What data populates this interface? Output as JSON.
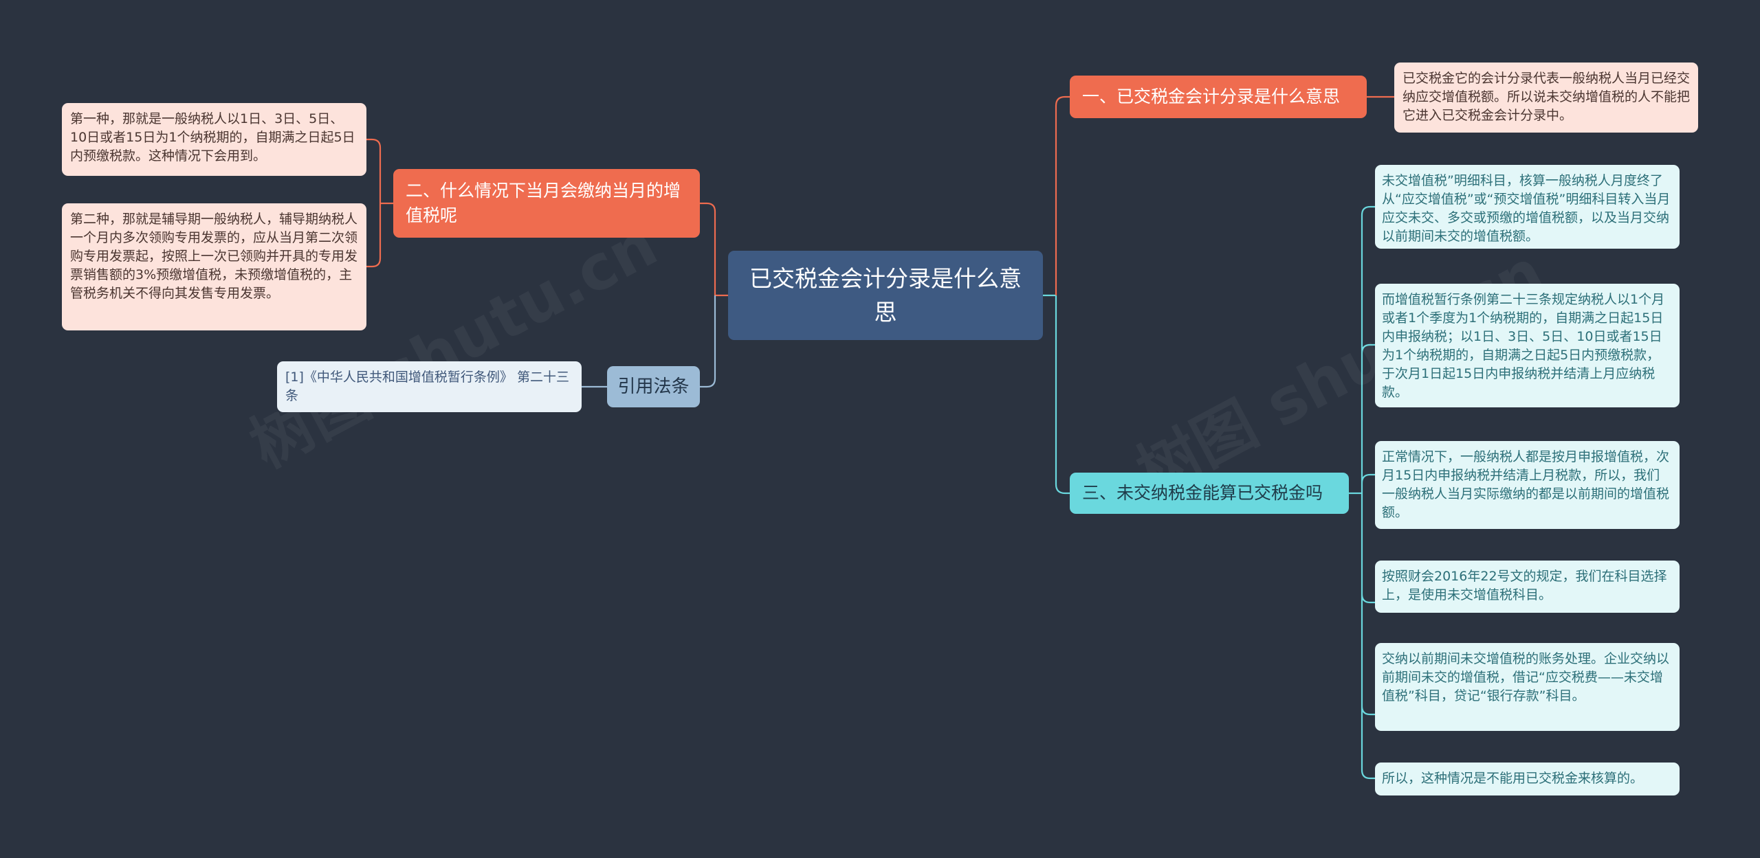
{
  "colors": {
    "background": "#2b3340",
    "root": "#3e5a82",
    "branch_red": "#ef6c4f",
    "branch_cyan": "#6ad8de",
    "branch_blue": "#9cbbd6",
    "edge_red": "#ef6c4f",
    "edge_cyan": "#6ad8de",
    "edge_blue": "#9cbbd6"
  },
  "mindmap": {
    "root": "已交税金会计分录是什么意思",
    "branch1": {
      "label": "一、已交税金会计分录是什么意思",
      "leaf": "已交税金它的会计分录代表一般纳税人当月已经交纳应交增值税额。所以说未交纳增值税的人不能把它进入已交税金会计分录中。"
    },
    "branch2": {
      "label": "二、什么情况下当月会缴纳当月的增值税呢",
      "leaves": [
        "第一种，那就是一般纳税人以1日、3日、5日、10日或者15日为1个纳税期的，自期满之日起5日内预缴税款。这种情况下会用到。",
        "第二种，那就是辅导期一般纳税人，辅导期纳税人一个月内多次领购专用发票的，应从当月第二次领购专用发票起，按照上一次已领购并开具的专用发票销售额的3%预缴增值税，未预缴增值税的，主管税务机关不得向其发售专用发票。"
      ]
    },
    "branch3": {
      "label": "三、未交纳税金能算已交税金吗",
      "leaves": [
        "未交增值税”明细科目，核算一般纳税人月度终了从“应交增值税”或“预交增值税”明细科目转入当月应交未交、多交或预缴的增值税额，以及当月交纳以前期间未交的增值税额。",
        "而增值税暂行条例第二十三条规定纳税人以1个月或者1个季度为1个纳税期的，自期满之日起15日内申报纳税；以1日、3日、5日、10日或者15日为1个纳税期的，自期满之日起5日内预缴税款，于次月1日起15日内申报纳税并结清上月应纳税款。",
        "正常情况下，一般纳税人都是按月申报增值税，次月15日内申报纳税并结清上月税款，所以，我们一般纳税人当月实际缴纳的都是以前期间的增值税额。",
        "按照财会2016年22号文的规定，我们在科目选择上，是使用未交增值税科目。",
        "交纳以前期间未交增值税的账务处理。企业交纳以前期间未交的增值税，借记“应交税费——未交增值税”科目，贷记“银行存款”科目。",
        "所以，这种情况是不能用已交税金来核算的。"
      ]
    },
    "branch4": {
      "label": "引用法条",
      "leaf": "[1]《中华人民共和国增值税暂行条例》 第二十三条"
    }
  }
}
